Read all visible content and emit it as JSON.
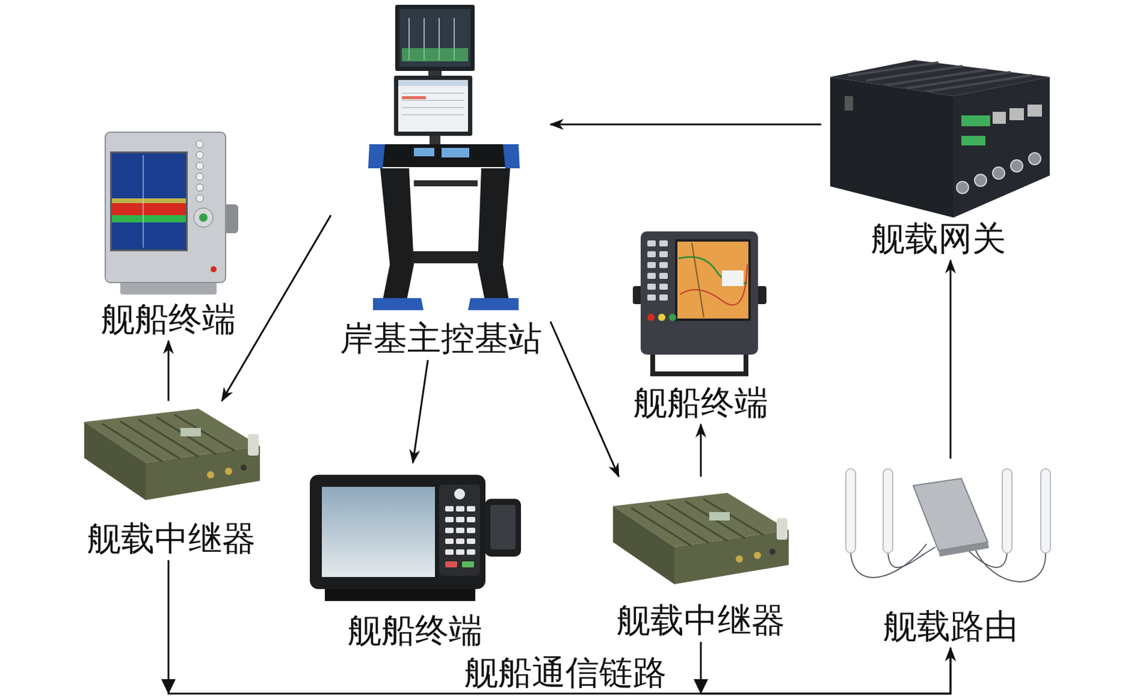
{
  "diagram": {
    "nodes": [
      {
        "text": [
          "岸基主控基站"
        ]
      },
      {
        "text": [
          "舰船终端"
        ]
      },
      {
        "text": [
          "舰载中继器"
        ]
      },
      {
        "text": [
          "舰船终端"
        ]
      },
      {
        "text": [
          "舰载中继器"
        ]
      },
      {
        "text": [
          "舰船终端"
        ]
      },
      {
        "text": [
          "舰载网关"
        ]
      },
      {
        "text": [
          "舰载路由"
        ]
      }
    ],
    "edges": [
      {
        "from": 0,
        "to": 2,
        "arrow": "to"
      },
      {
        "from": 0,
        "to": 3,
        "arrow": "to"
      },
      {
        "from": 0,
        "to": 4,
        "arrow": "to"
      },
      {
        "from": 2,
        "to": 1,
        "arrow": "to"
      },
      {
        "from": 4,
        "to": 5,
        "arrow": "to"
      },
      {
        "from": 6,
        "to": 0,
        "arrow": "to"
      },
      {
        "from": 7,
        "to": 6,
        "arrow": "to"
      },
      {
        "from": 2,
        "to": 7,
        "label": "舰船通信链路",
        "arrow": "to"
      },
      {
        "from": 4,
        "to": 7,
        "arrow": "to"
      }
    ]
  }
}
